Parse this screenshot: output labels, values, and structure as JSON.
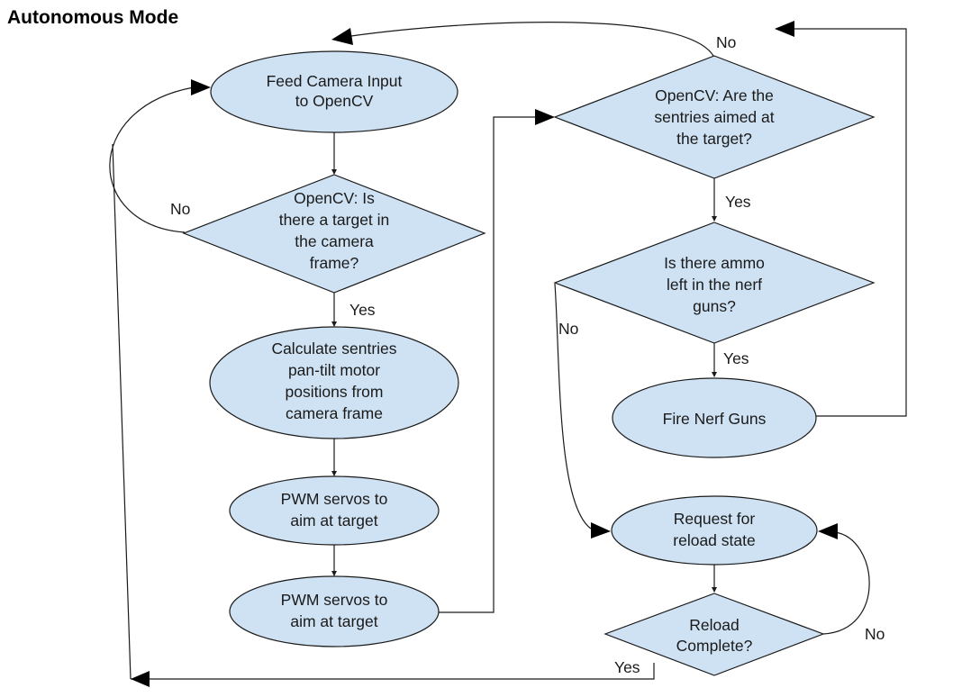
{
  "title": "Autonomous Mode",
  "nodes": {
    "feed_camera": [
      "Feed Camera Input",
      "to OpenCV"
    ],
    "target_check": [
      "OpenCV: Is",
      "there a target in",
      "the camera",
      "frame?"
    ],
    "calculate": [
      "Calculate sentries",
      "pan-tilt motor",
      "positions from",
      "camera frame"
    ],
    "pwm_1": [
      "PWM servos to",
      "aim at target"
    ],
    "pwm_2": [
      "PWM servos to",
      "aim at target"
    ],
    "aimed_check": [
      "OpenCV: Are the",
      "sentries aimed at",
      "the target?"
    ],
    "ammo_check": [
      "Is there ammo",
      "left in the nerf",
      "guns?"
    ],
    "fire": [
      "Fire Nerf Guns"
    ],
    "reload_request": [
      "Request for",
      "reload state"
    ],
    "reload_check": [
      "Reload",
      "Complete?"
    ]
  },
  "edge_labels": {
    "target_no": "No",
    "target_yes": "Yes",
    "aimed_no": "No",
    "aimed_yes": "Yes",
    "ammo_no": "No",
    "ammo_yes": "Yes",
    "reload_no": "No",
    "reload_yes": "Yes"
  }
}
